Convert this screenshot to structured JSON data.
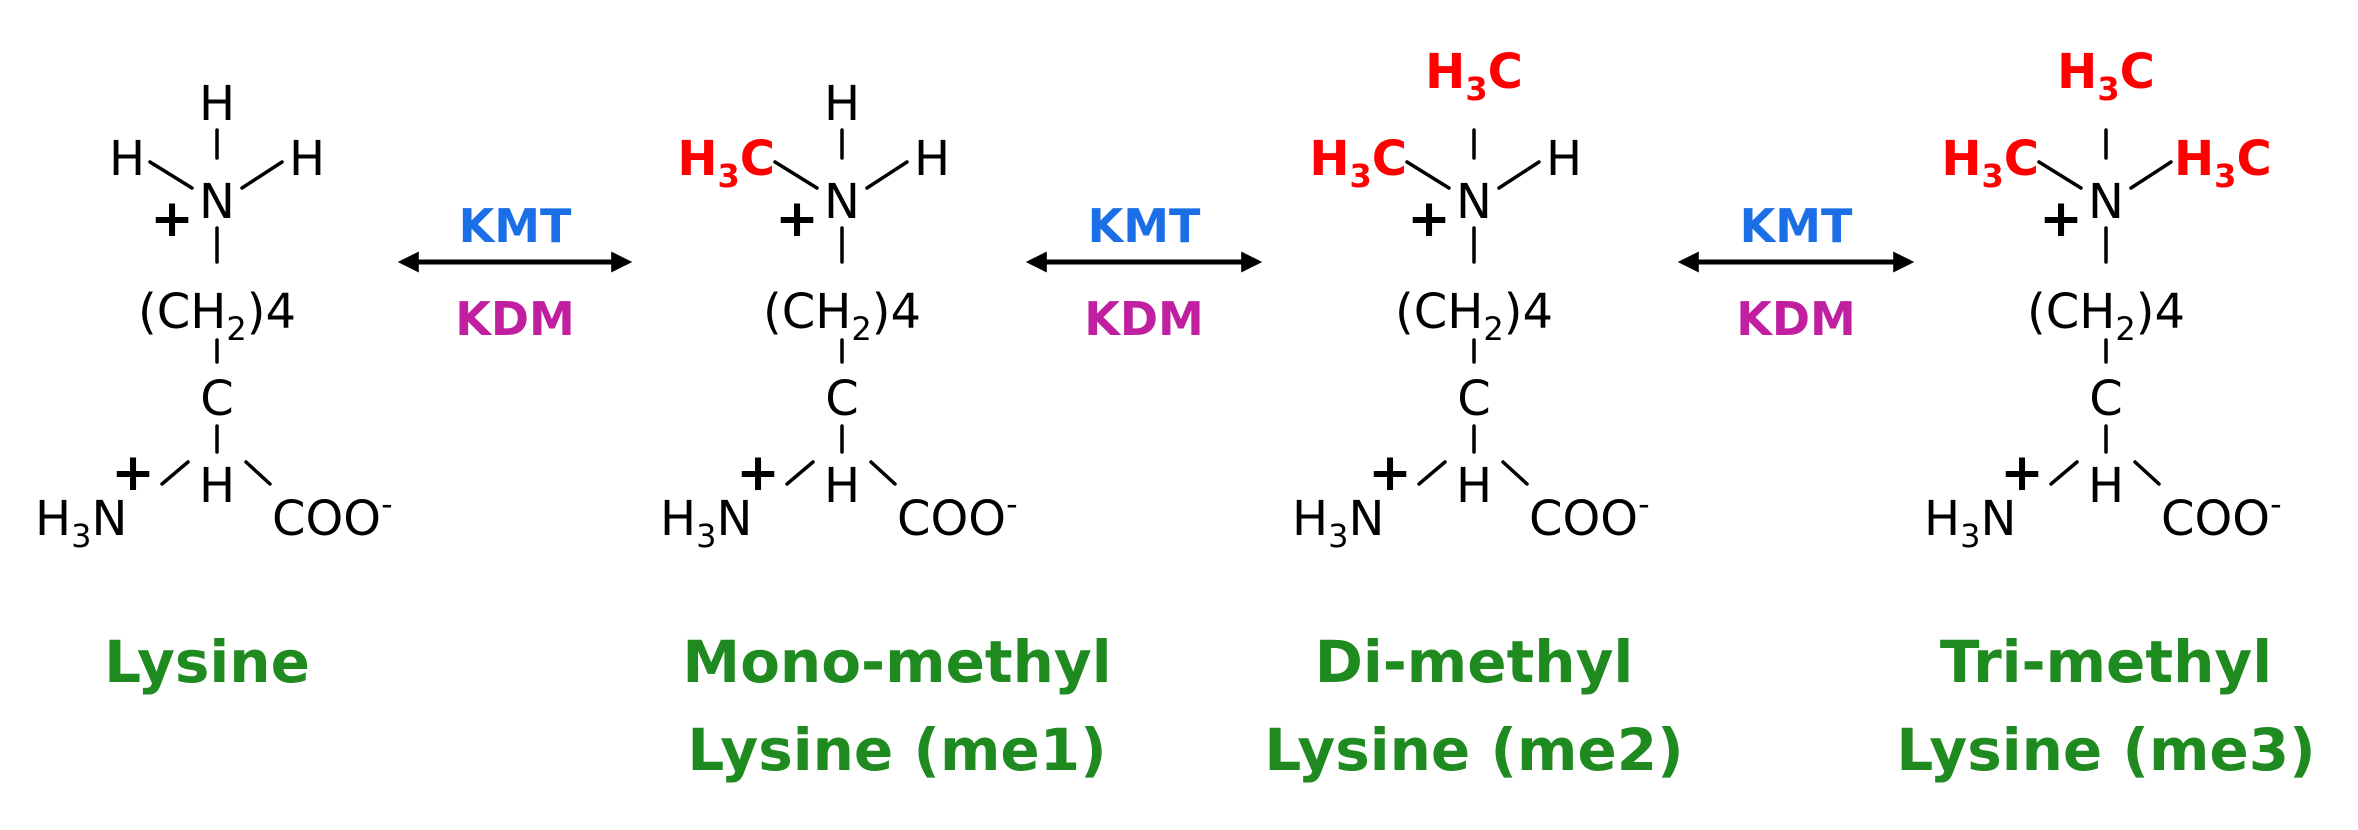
{
  "colors": {
    "methyl": "#ff0000",
    "kmt": "#1a6fe6",
    "kdm": "#c020a0",
    "caption": "#1f8a1f"
  },
  "atoms": {
    "H": "H",
    "N": "N",
    "plus": "+",
    "H3": "H",
    "three": "3",
    "C_methyl": "C",
    "ch2_open": "(CH",
    "ch2_sub": "2",
    "ch2_close": ")4",
    "alpha_C": "C",
    "alpha_H": "H",
    "amine_H": "H",
    "amine_3": "3",
    "amine_N": "N",
    "coo": "COO",
    "minus": "-"
  },
  "enzymes": {
    "forward": "KMT",
    "reverse": "KDM"
  },
  "molecules": [
    {
      "id": "lysine",
      "caption": [
        "Lysine"
      ]
    },
    {
      "id": "me1",
      "caption": [
        "Mono-methyl",
        "Lysine (me1)"
      ]
    },
    {
      "id": "me2",
      "caption": [
        "Di-methyl",
        "Lysine (me2)"
      ]
    },
    {
      "id": "me3",
      "caption": [
        "Tri-methyl",
        "Lysine (me3)"
      ]
    }
  ]
}
